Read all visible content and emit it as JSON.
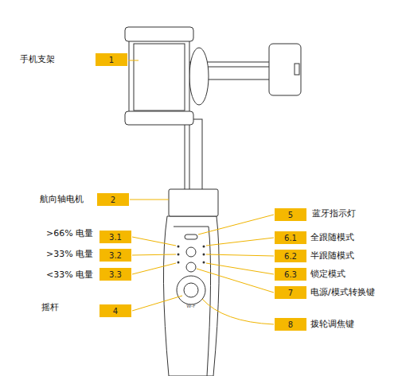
{
  "diagram": {
    "nodes": [
      {
        "text": [
          "1"
        ]
      },
      {
        "text": [
          "2"
        ]
      },
      {
        "text": [
          "3.1"
        ]
      },
      {
        "text": [
          "3.2"
        ]
      },
      {
        "text": [
          "3.3"
        ]
      },
      {
        "text": [
          "4"
        ]
      },
      {
        "text": [
          "5"
        ]
      },
      {
        "text": [
          "6.1"
        ]
      },
      {
        "text": [
          "6.2"
        ]
      },
      {
        "text": [
          "6.3"
        ]
      },
      {
        "text": [
          "7"
        ]
      },
      {
        "text": [
          "8"
        ]
      }
    ],
    "labels": [
      "手机支架",
      "航向轴电机",
      ">66% 电量",
      ">33% 电量",
      "<33% 电量",
      "摇杆",
      "蓝牙指示灯",
      "全跟随模式",
      "半跟随模式",
      "锁定模式",
      "电源/模式转换键",
      "拨轮调焦键",
      "W-F"
    ]
  }
}
